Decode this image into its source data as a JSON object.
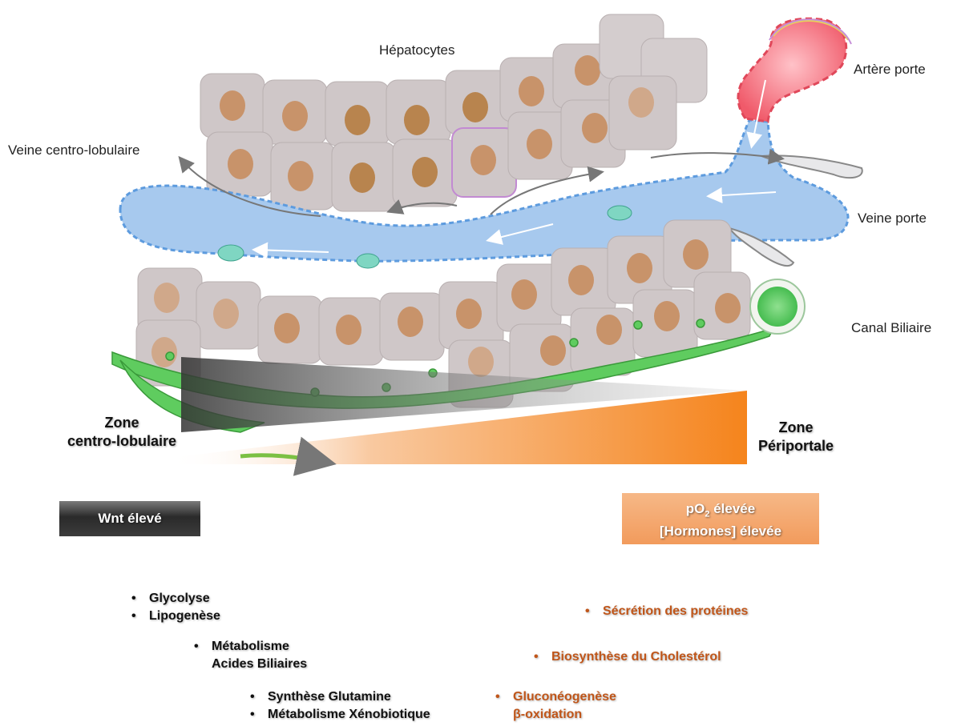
{
  "labels": {
    "hepatocytes": "Hépatocytes",
    "artery": "Artère porte",
    "central_vein": "Veine centro-lobulaire",
    "portal_vein": "Veine porte",
    "bile_duct": "Canal Biliaire"
  },
  "zones": {
    "centrilobular": [
      "Zone",
      "centro-lobulaire"
    ],
    "periportal": [
      "Zone",
      "Périportale"
    ]
  },
  "gradients": {
    "wnt": "Wnt élevé",
    "po2_prefix": "pO",
    "po2_sub": "2",
    "po2_suffix": " élevée",
    "hormones": "[Hormones] élevée"
  },
  "functions": {
    "centrilobular_1": [
      "Glycolyse",
      "Lipogenèse"
    ],
    "centrilobular_2": [
      "Métabolisme",
      "Acides Biliaires"
    ],
    "centrilobular_3": [
      "Synthèse Glutamine",
      "Métabolisme Xénobiotique"
    ],
    "periportal_1": "Sécrétion des protéines",
    "periportal_2": "Biosynthèse du Cholestérol",
    "periportal_3": [
      "Gluconéogenèse",
      "β-oxidation"
    ]
  },
  "colors": {
    "vessel": "#8fb8e8",
    "artery": "#f06b78",
    "bile": "#5fcc5f",
    "gradient_orange": "#f28a1e",
    "wnt_dark": "#333333",
    "periportal_text": "#c0561a",
    "cell": "#cfc7c8",
    "nucleus": "#c8936a"
  }
}
